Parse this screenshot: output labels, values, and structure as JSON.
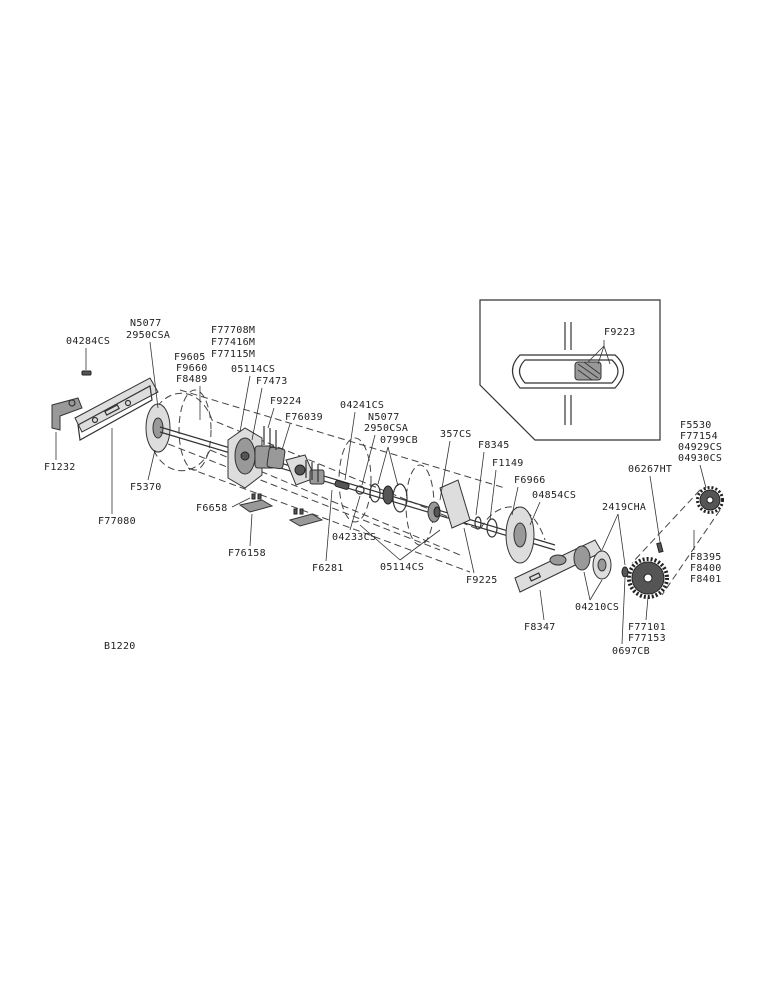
{
  "drawing_id": "B1220",
  "labels": {
    "l_04284CS": "04284CS",
    "l_N5077_a": "N5077",
    "l_2950CSA_a": "2950CSA",
    "l_F77708M": "F77708M",
    "l_F77416M": "F77416M",
    "l_F77115M": "F77115M",
    "l_F9605": "F9605",
    "l_F9660": "F9660",
    "l_F8489": "F8489",
    "l_05114CS_a": "05114CS",
    "l_F7473": "F7473",
    "l_F9224": "F9224",
    "l_F76039": "F76039",
    "l_04241CS": "04241CS",
    "l_N5077_b": "N5077",
    "l_2950CSA_b": "2950CSA",
    "l_0799CB": "0799CB",
    "l_357CS": "357CS",
    "l_F8345": "F8345",
    "l_F1149": "F1149",
    "l_F6966": "F6966",
    "l_04854CS": "04854CS",
    "l_F9223": "F9223",
    "l_F5530": "F5530",
    "l_F77154": "F77154",
    "l_04929CS": "04929CS",
    "l_04930CS": "04930CS",
    "l_06267HT": "06267HT",
    "l_2419CHA": "2419CHA",
    "l_F1232": "F1232",
    "l_F5370": "F5370",
    "l_F77080": "F77080",
    "l_F6658": "F6658",
    "l_F76158": "F76158",
    "l_F6281": "F6281",
    "l_04233CS": "04233CS",
    "l_05114CS_b": "05114CS",
    "l_F9225": "F9225",
    "l_F8347": "F8347",
    "l_04210CS": "04210CS",
    "l_F77101": "F77101",
    "l_F77153": "F77153",
    "l_0697CB": "0697CB",
    "l_F8395": "F8395",
    "l_F8400": "F8400",
    "l_F8401": "F8401"
  }
}
